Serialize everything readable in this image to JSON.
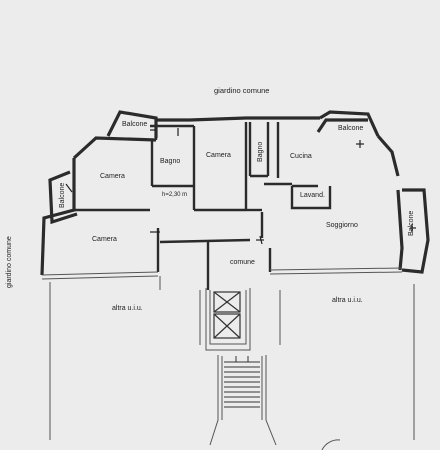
{
  "labels": {
    "garden_top": "giardino comune",
    "garden_left": "giardino comune",
    "balcone_top_left": "Balcone",
    "balcone_top_right": "Balcone",
    "balcone_left": "Balcone",
    "balcone_right": "Balcone",
    "camera_1": "Camera",
    "bagno_1": "Bagno",
    "camera_2": "Camera",
    "bagno_2": "Bagno",
    "cucina": "Cucina",
    "lavand": "Lavand.",
    "height_note": "h=2,30 m",
    "camera_3": "Camera",
    "soggiorno": "Soggiorno",
    "comune": "comune",
    "altra_left": "altra u.i.u.",
    "altra_right": "altra u.i.u."
  }
}
